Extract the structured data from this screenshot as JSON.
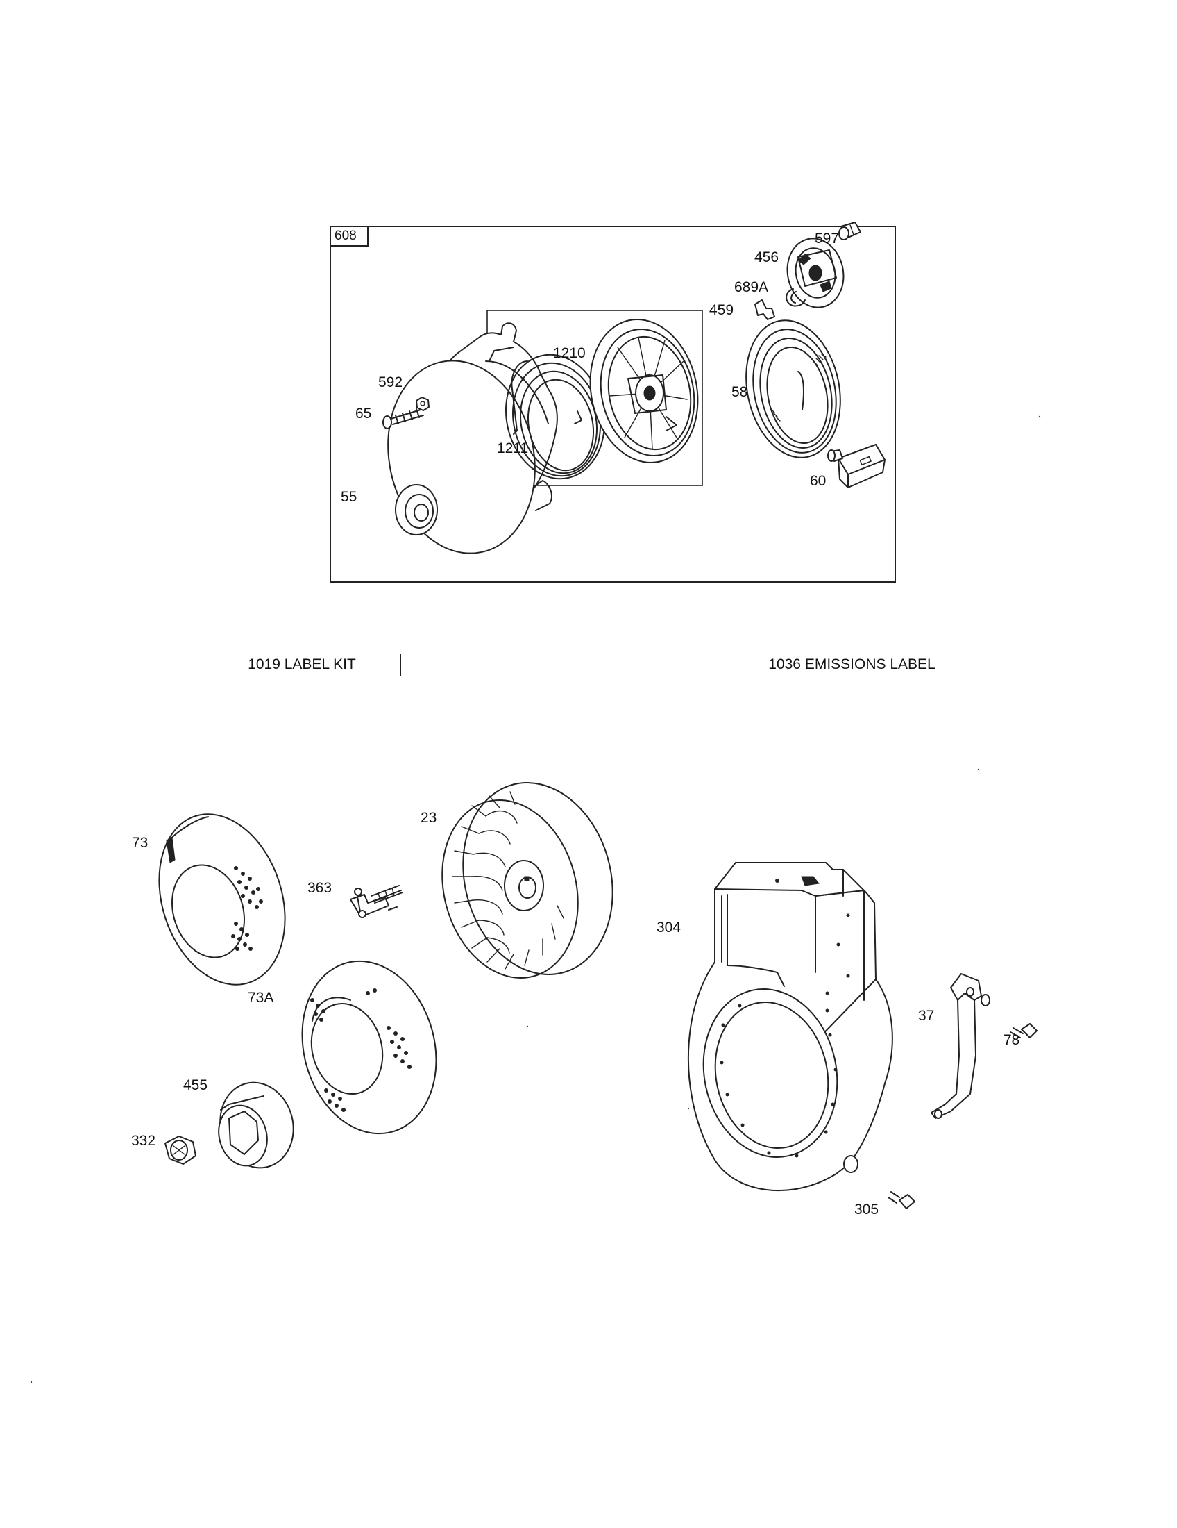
{
  "assembly_box": {
    "number": "608"
  },
  "kit_labels": {
    "label_kit": "1019 LABEL KIT",
    "emissions_label": "1036 EMISSIONS LABEL"
  },
  "callouts": {
    "p597": "597",
    "p456": "456",
    "p689A": "689A",
    "p459": "459",
    "p1210": "1210",
    "p592": "592",
    "p65": "65",
    "p58": "58",
    "p1211": "1211",
    "p55": "55",
    "p60": "60",
    "p23": "23",
    "p73": "73",
    "p363": "363",
    "p304": "304",
    "p73A": "73A",
    "p37": "37",
    "p78": "78",
    "p455": "455",
    "p332": "332",
    "p305": "305"
  }
}
